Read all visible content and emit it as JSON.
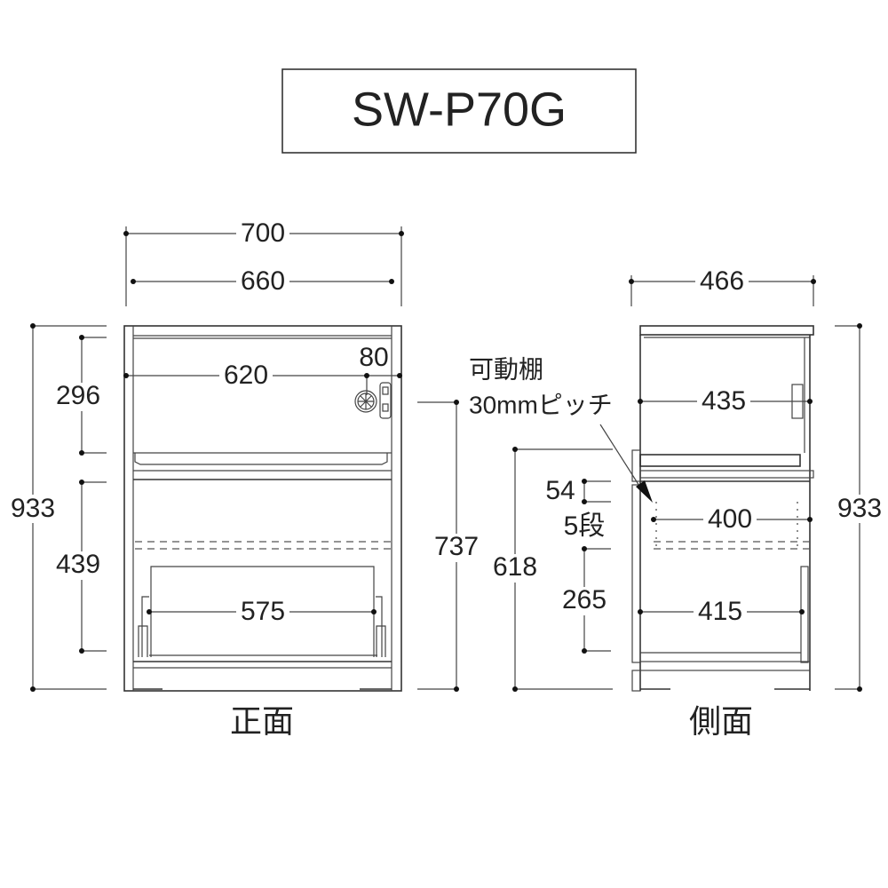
{
  "title": "SW-P70G",
  "front": {
    "label": "正面",
    "width_outer": "700",
    "width_inner": "660",
    "width_interior": "620",
    "outlet_offset": "80",
    "height_total": "933",
    "upper_height": "296",
    "lower_height": "439",
    "counter_height": "737",
    "drawer_width": "575"
  },
  "side": {
    "label": "側面",
    "depth_outer": "466",
    "depth_upper": "435",
    "depth_shelf": "400",
    "depth_lower": "415",
    "height_total": "933",
    "counter_height": "618",
    "shelf_pitch_top": "54",
    "shelf_steps": "5段",
    "lower_space": "265",
    "note_line1": "可動棚",
    "note_line2": "30mmピッチ"
  }
}
